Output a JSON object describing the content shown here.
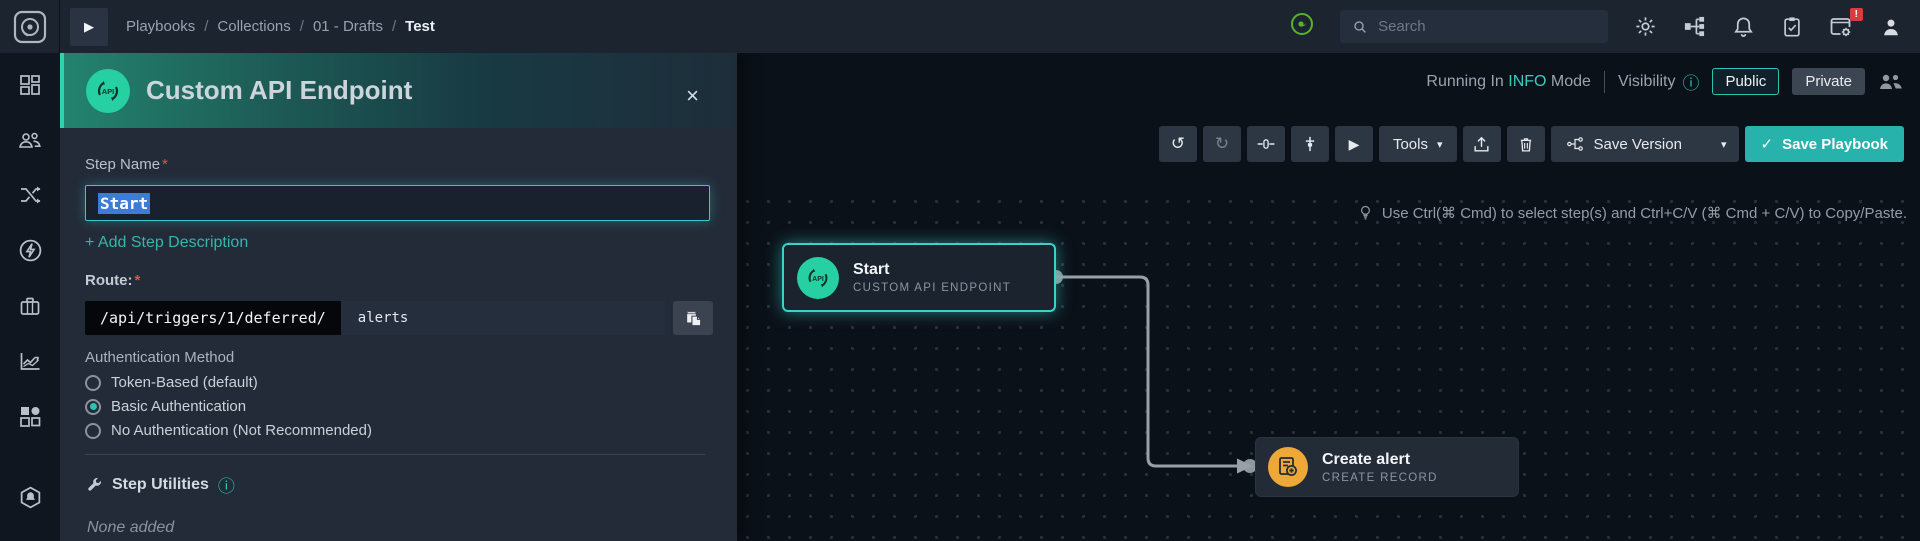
{
  "topbar": {
    "breadcrumb": {
      "items": [
        "Playbooks",
        "Collections",
        "01 - Drafts",
        "Test"
      ],
      "separator": "/"
    },
    "expand_glyph": "▶",
    "search": {
      "placeholder": "Search"
    },
    "alert_badge": "!"
  },
  "panel": {
    "title": "Custom API Endpoint",
    "close_glyph": "×",
    "api_icon_label": "API",
    "step_name": {
      "label": "Step Name",
      "required": "*",
      "value": "Start"
    },
    "add_description": "+ Add Step Description",
    "route": {
      "label": "Route:",
      "required": "*",
      "prefix": "/api/triggers/1/deferred/",
      "value": "alerts"
    },
    "auth": {
      "label": "Authentication Method",
      "options": [
        {
          "label": "Token-Based (default)",
          "selected": false
        },
        {
          "label": "Basic Authentication",
          "selected": true
        },
        {
          "label": "No Authentication (Not Recommended)",
          "selected": false
        }
      ]
    },
    "utilities": {
      "title": "Step Utilities",
      "info_glyph": "ⓘ",
      "empty": "None added"
    }
  },
  "canvas": {
    "status": {
      "running_prefix": "Running In",
      "mode": "INFO",
      "running_suffix": "Mode",
      "visibility_label": "Visibility",
      "info_glyph": "ⓘ",
      "public_label": "Public",
      "private_label": "Private"
    },
    "toolbar": {
      "undo_glyph": "↺",
      "redo_glyph": "↻",
      "play_glyph": "▶",
      "tools_label": "Tools",
      "caret_glyph": "▾",
      "save_version_label": "Save Version",
      "check_glyph": "✓",
      "save_playbook_label": "Save Playbook"
    },
    "hint": "Use Ctrl(⌘ Cmd) to select step(s) and Ctrl+C/V (⌘ Cmd + C/V) to Copy/Paste.",
    "nodes": {
      "start": {
        "title": "Start",
        "subtitle": "CUSTOM API ENDPOINT",
        "icon_label": "API"
      },
      "create_alert": {
        "title": "Create alert",
        "subtitle": "CREATE RECORD"
      }
    },
    "colors": {
      "accent": "#2cc3b4",
      "node_border": "#39d3cb",
      "create_icon": "#eda838",
      "save_button": "#28b2ac"
    }
  }
}
